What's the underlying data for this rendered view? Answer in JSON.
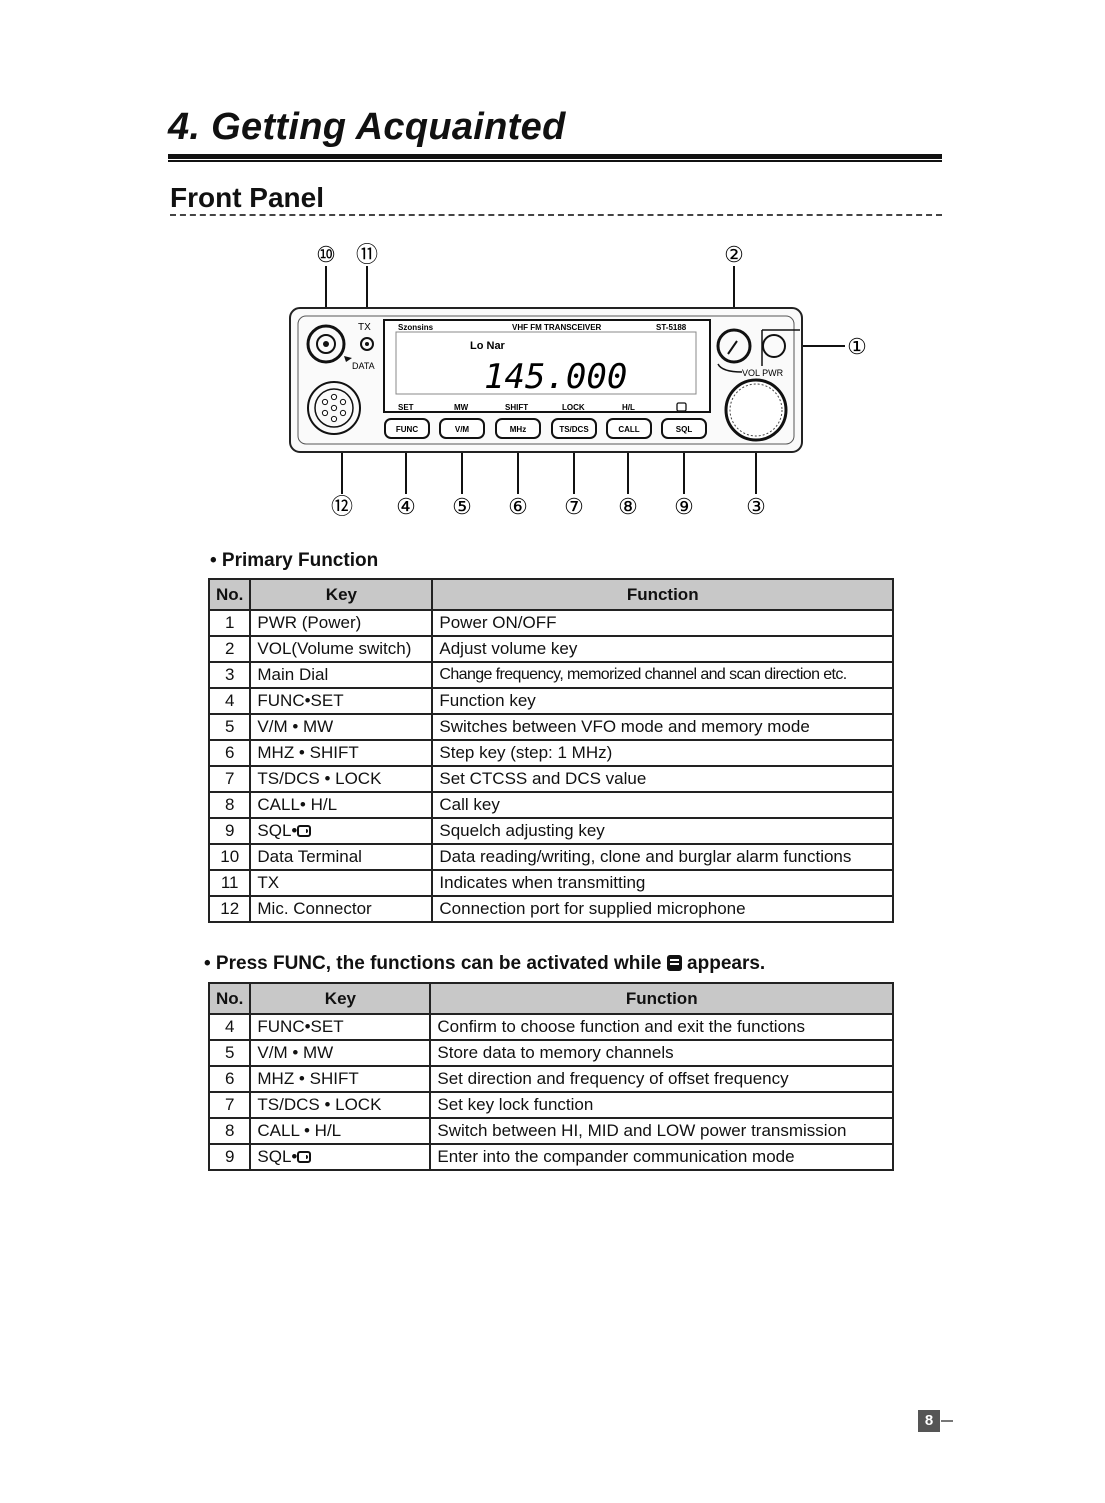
{
  "page": {
    "chapter_title": "4. Getting Acquainted",
    "section_title": "Front Panel",
    "page_number": "8"
  },
  "radio": {
    "brand": "Szonsins",
    "model_label": "VHF FM TRANSCEIVER",
    "model_number": "ST-5188",
    "display_status": "Lo Nar",
    "display_frequency": "145.000",
    "key_sublabels": [
      "SET",
      "MW",
      "SHIFT",
      "LOCK",
      "H/L"
    ],
    "buttons": [
      "FUNC",
      "V/M",
      "MHz",
      "TS/DCS",
      "CALL",
      "SQL"
    ],
    "tx_label": "TX",
    "data_label": "DATA",
    "vol_pwr_label": "VOL PWR",
    "callouts": [
      "①",
      "②",
      "③",
      "④",
      "⑤",
      "⑥",
      "⑦",
      "⑧",
      "⑨",
      "⑩",
      "⑪",
      "⑫"
    ]
  },
  "primary": {
    "heading": "• Primary Function",
    "columns": [
      "No.",
      "Key",
      "Function"
    ],
    "rows": [
      {
        "no": "1",
        "key": "PWR (Power)",
        "function": "Power ON/OFF"
      },
      {
        "no": "2",
        "key": "VOL(Volume switch)",
        "function": "Adjust volume key"
      },
      {
        "no": "3",
        "key": "Main Dial",
        "function": "Change frequency, memorized channel and scan direction etc."
      },
      {
        "no": "4",
        "key": "FUNC•SET",
        "function": "Function key"
      },
      {
        "no": "5",
        "key": "V/M • MW",
        "function": "Switches between VFO mode and memory mode"
      },
      {
        "no": "6",
        "key": "MHZ • SHIFT",
        "function": "Step key (step: 1 MHz)"
      },
      {
        "no": "7",
        "key": "TS/DCS • LOCK",
        "function": "Set CTCSS and DCS value"
      },
      {
        "no": "8",
        "key": "CALL• H/L",
        "function": "Call key"
      },
      {
        "no": "9",
        "key": "SQL•",
        "function": "Squelch adjusting key"
      },
      {
        "no": "10",
        "key": "Data Terminal",
        "function": "Data reading/writing, clone and burglar alarm functions"
      },
      {
        "no": "11",
        "key": "TX",
        "function": "Indicates when transmitting"
      },
      {
        "no": "12",
        "key": "Mic. Connector",
        "function": "Connection port for supplied microphone"
      }
    ]
  },
  "secondary": {
    "heading_pre": "• Press FUNC, the functions can be activated while",
    "heading_post": "appears.",
    "columns": [
      "No.",
      "Key",
      "Function"
    ],
    "rows": [
      {
        "no": "4",
        "key": "FUNC•SET",
        "function": "Confirm to choose function and exit the functions"
      },
      {
        "no": "5",
        "key": "V/M • MW",
        "function": "Store data to memory channels"
      },
      {
        "no": "6",
        "key": "MHZ • SHIFT",
        "function": "Set direction and frequency of offset frequency"
      },
      {
        "no": "7",
        "key": "TS/DCS • LOCK",
        "function": "Set key lock function"
      },
      {
        "no": "8",
        "key": "CALL • H/L",
        "function": "Switch between HI, MID and LOW power transmission"
      },
      {
        "no": "9",
        "key": "SQL•",
        "function": "Enter into the compander communication mode"
      }
    ]
  }
}
